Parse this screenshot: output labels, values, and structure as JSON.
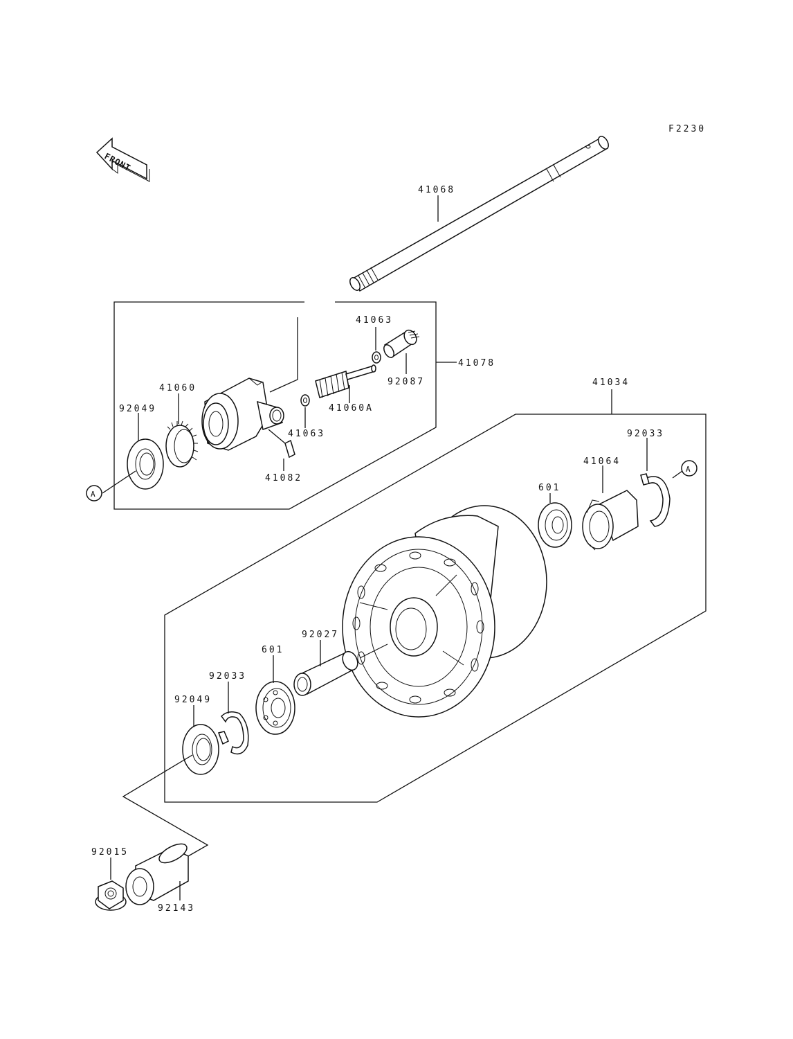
{
  "diagram": {
    "code": "F2230",
    "front_label": "FRONT",
    "ref_mark": "A",
    "parts": {
      "p41068": "41068",
      "p41063a": "41063",
      "p41063b": "41063",
      "p41078": "41078",
      "p41060": "41060",
      "p41060a": "41060A",
      "p92087": "92087",
      "p92049a": "92049",
      "p41082": "41082",
      "p41034": "41034",
      "p92033a": "92033",
      "p41064": "41064",
      "p601a": "601",
      "p92027": "92027",
      "p601b": "601",
      "p92033b": "92033",
      "p92049b": "92049",
      "p92015": "92015",
      "p92143": "92143"
    }
  }
}
